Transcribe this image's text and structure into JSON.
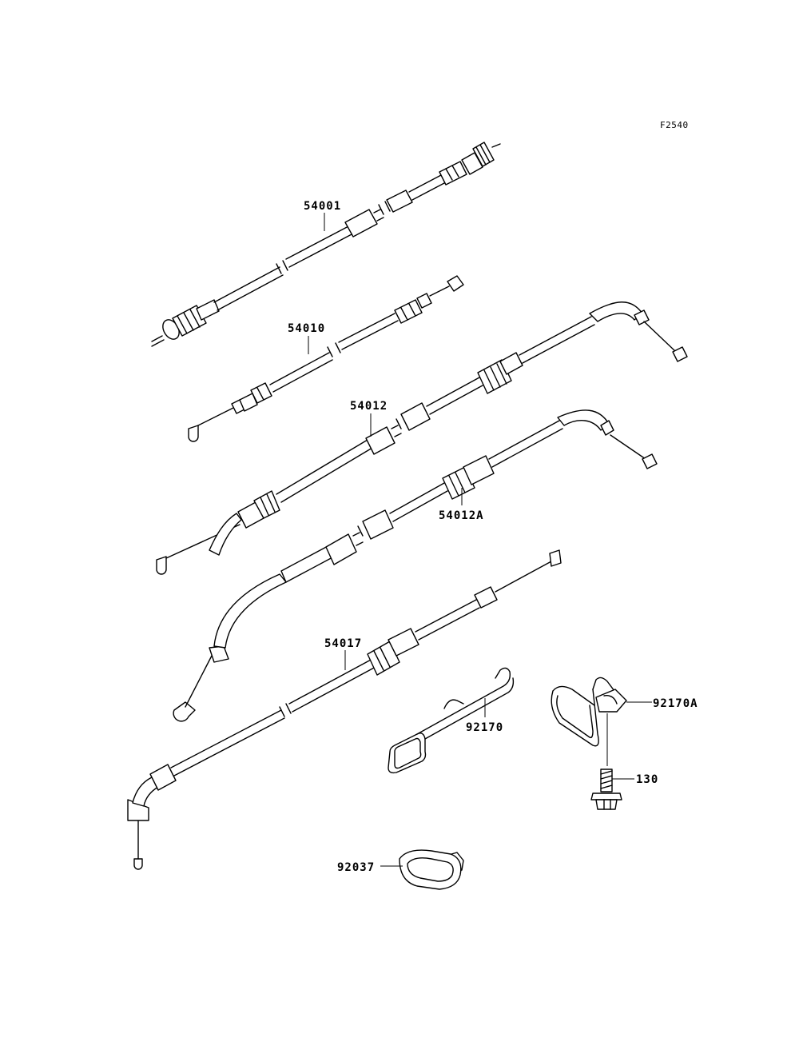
{
  "figure_ref": "F2540",
  "callouts": [
    {
      "id": "p54001",
      "label": "54001"
    },
    {
      "id": "p54010",
      "label": "54010"
    },
    {
      "id": "p54012",
      "label": "54012"
    },
    {
      "id": "p54012A",
      "label": "54012A"
    },
    {
      "id": "p54017",
      "label": "54017"
    },
    {
      "id": "p92170",
      "label": "92170"
    },
    {
      "id": "p92170A",
      "label": "92170A"
    },
    {
      "id": "p130",
      "label": "130"
    },
    {
      "id": "p92037",
      "label": "92037"
    }
  ]
}
